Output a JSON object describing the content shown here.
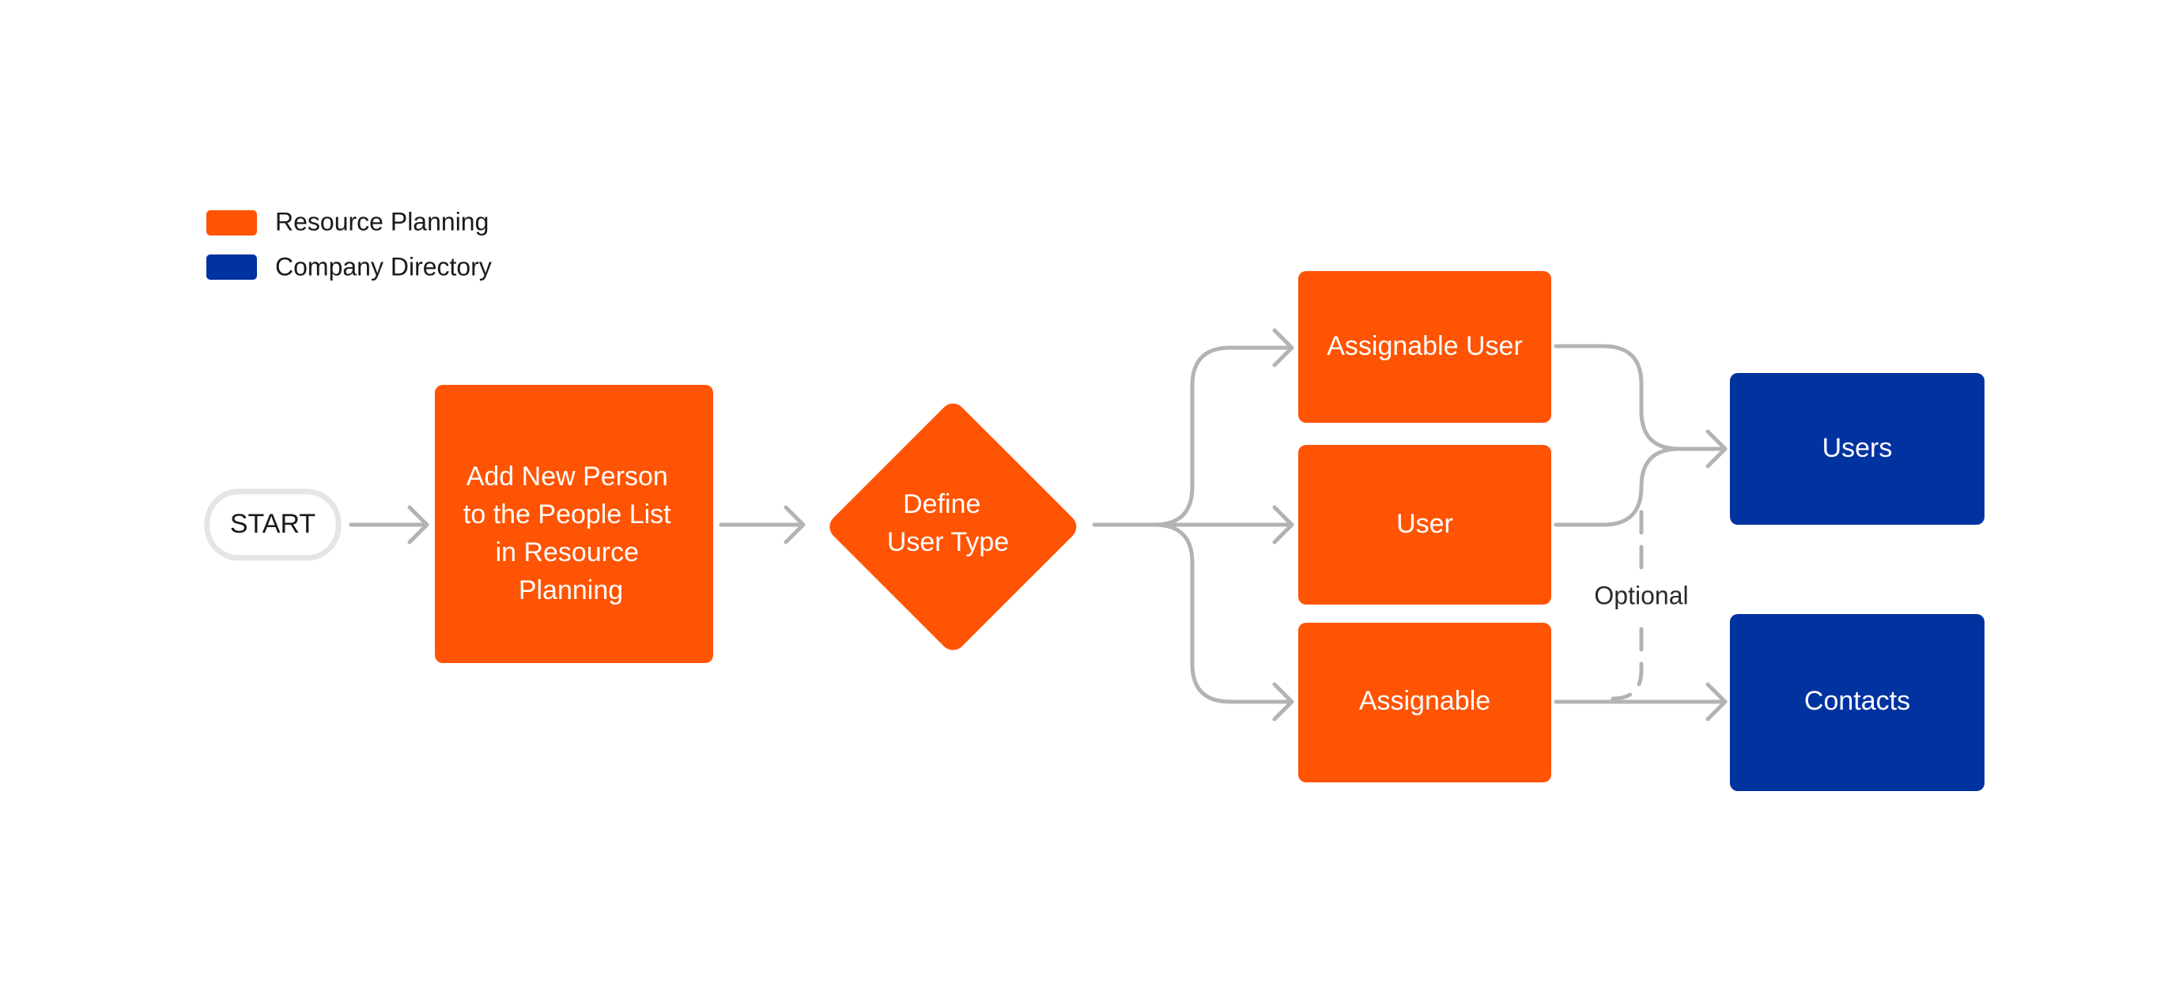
{
  "colors": {
    "resource_planning": "#FF5403",
    "company_directory": "#0033A0",
    "connector": "#B3B3B3",
    "start_border": "#E5E5E5"
  },
  "legend": {
    "items": [
      {
        "label": "Resource Planning",
        "color": "#FF5403"
      },
      {
        "label": "Company Directory",
        "color": "#0033A0"
      }
    ]
  },
  "nodes": {
    "start": {
      "label": "START"
    },
    "add_person": {
      "lines": [
        "Add New Person",
        "to the People List",
        "in Resource",
        "Planning"
      ]
    },
    "define_type": {
      "lines": [
        "Define",
        "User Type"
      ]
    },
    "assignable_user": {
      "label": "Assignable User"
    },
    "user": {
      "label": "User"
    },
    "assignable": {
      "label": "Assignable"
    },
    "users": {
      "label": "Users"
    },
    "contacts": {
      "label": "Contacts"
    }
  },
  "edges": {
    "optional_label": "Optional"
  }
}
